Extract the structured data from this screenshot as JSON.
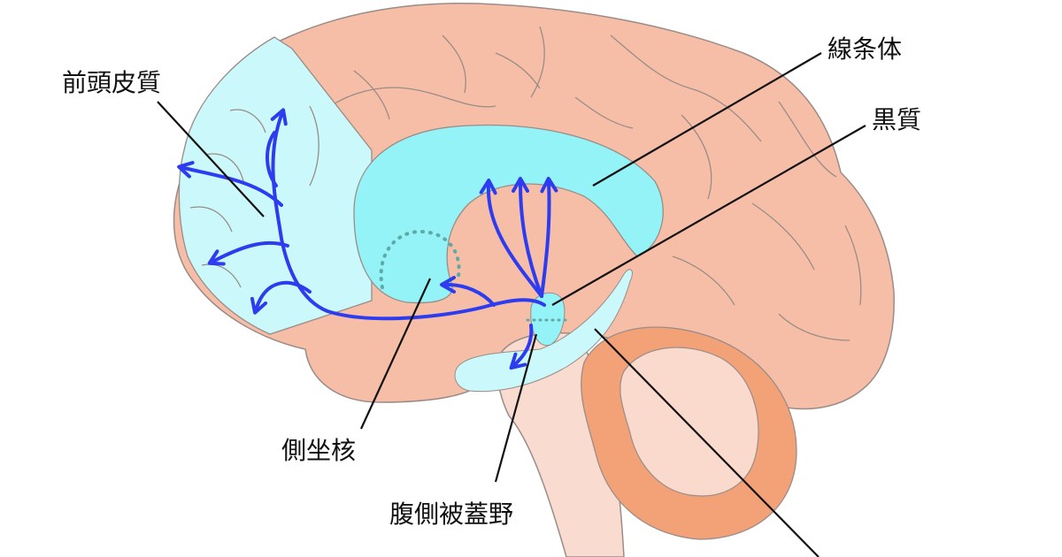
{
  "labels": {
    "prefrontal_cortex": "前頭皮質",
    "striatum": "線条体",
    "substantia_nigra": "黒質",
    "nucleus_accumbens": "側坐核",
    "ventral_tegmental_area": "腹側被蓋野"
  },
  "colors": {
    "brain": "#F6BEA6",
    "brain_outline": "#9A8C88",
    "highlight_light": "#CBF8FA",
    "highlight_bright": "#94F3F7",
    "pathway": "#2E3CF0",
    "brainstem": "#F9DCCF",
    "cerebellum_outer": "#F3A278",
    "cerebellum_inner": "#F9DACD",
    "leader_line": "#111111"
  }
}
